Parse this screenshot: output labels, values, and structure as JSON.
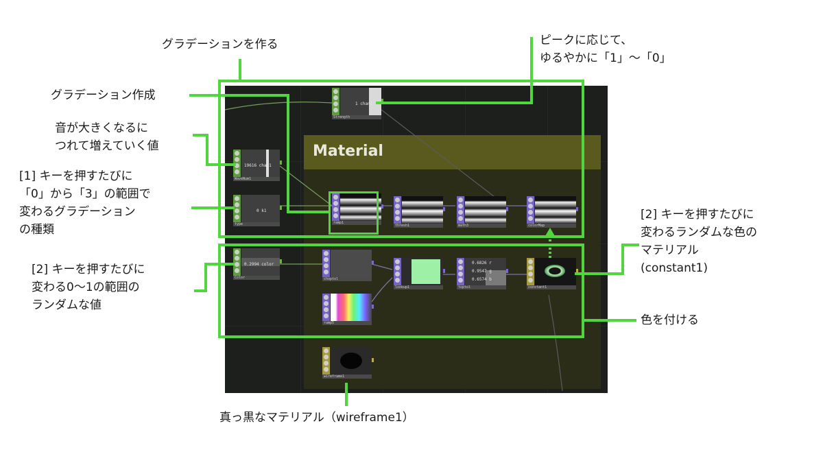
{
  "material_label": "Material",
  "nodes": {
    "strength": {
      "value": "1 chan1",
      "label": "Strength"
    },
    "wavenum": {
      "value": "19616 chan1",
      "label": "WaveNum1"
    },
    "type": {
      "value": "0 k1",
      "label": "type"
    },
    "ramp1": {
      "label": "ramp1"
    },
    "thresh1": {
      "label": "thresh1"
    },
    "math3": {
      "label": "math3"
    },
    "colormap": {
      "label": "colorMap"
    },
    "color": {
      "value": "0.2994 color",
      "label": "Color"
    },
    "choptol": {
      "label": "choptol"
    },
    "lookup1": {
      "label": "lookup1"
    },
    "toptol": {
      "values": [
        "0.6826 r",
        "0.9547 g",
        "0.6574 b"
      ],
      "label": "toptol"
    },
    "constant1": {
      "label": "constant1"
    },
    "ramp5": {
      "label": "ramp5"
    },
    "wireframe1": {
      "label": "wireframe1"
    }
  },
  "callouts": {
    "make_gradient": "グラデーションを作る",
    "peak_lines": [
      "ピークに応じて、",
      "ゆるやかに「1」〜「0」"
    ],
    "create_gradient": "グラデーション作成",
    "sound_lines": [
      "音が大きくなるに",
      "つれて増えていく値"
    ],
    "key1_lines": [
      "[1] キーを押すたびに",
      "「0」から「3」の範囲で",
      "変わるグラデーション",
      "の種類"
    ],
    "key2_rand_lines": [
      "[2] キーを押すたびに",
      "変わる0〜1の範囲の",
      "ランダムな値"
    ],
    "key2_mat_lines": [
      "[2] キーを押すたびに",
      "変わるランダムな色の",
      "マテリアル",
      "(constant1)"
    ],
    "apply_color": "色を付ける",
    "black_material": "真っ黒なマテリアル（wireframe1）"
  },
  "colors": {
    "highlight": "#52d640",
    "chop": "#5f9b3f",
    "top": "#7663c2",
    "mat": "#a59a3d",
    "material_bar": "#5b5a1e"
  }
}
